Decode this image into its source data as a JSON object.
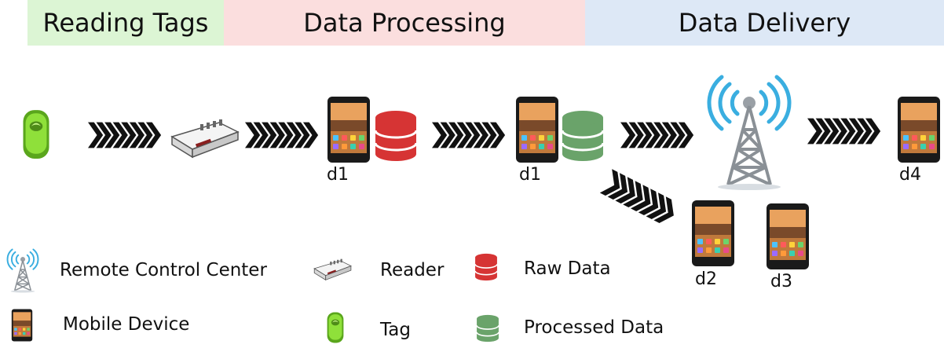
{
  "header": {
    "stage1": "Reading Tags",
    "stage2": "Data Processing",
    "stage3": "Data Delivery",
    "stage1_color": "#dcf5d4",
    "stage2_color": "#fbdede",
    "stage3_color": "#dde8f6"
  },
  "devices": {
    "d1_first": "d1",
    "d1_second": "d1",
    "d2": "d2",
    "d3": "d3",
    "d4": "d4"
  },
  "colors": {
    "raw_data": "#d63434",
    "processed_data": "#6aa36a",
    "tag": "#7ed321",
    "tower": "#9aa0a6",
    "signal": "#3aaee0"
  },
  "legend": {
    "remote_control_center": "Remote Control Center",
    "reader": "Reader",
    "raw_data": "Raw Data",
    "mobile_device": "Mobile Device",
    "tag": "Tag",
    "processed_data": "Processed Data"
  }
}
